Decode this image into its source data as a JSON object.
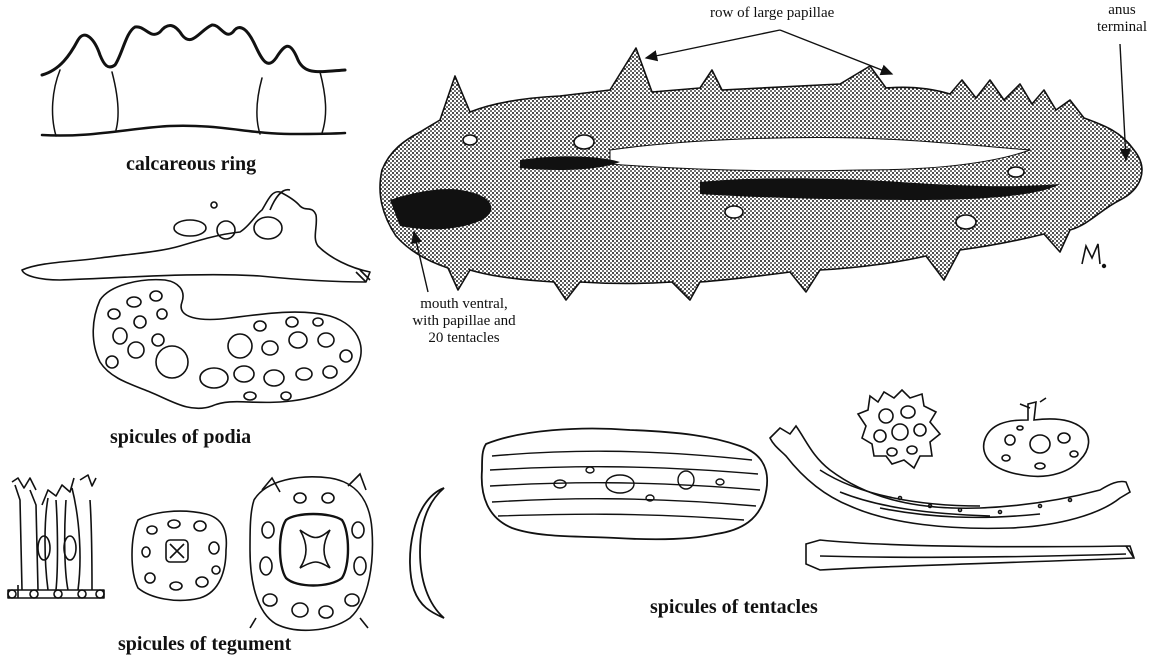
{
  "captions": {
    "calcareous_ring": "calcareous ring",
    "spicules_podia": "spicules of podia",
    "spicules_tegument": "spicules of tegument",
    "spicules_tentacles": "spicules of tentacles"
  },
  "callouts": {
    "papillae": "row of large papillae",
    "anus_line1": "anus",
    "anus_line2": "terminal",
    "mouth_line1": "mouth ventral,",
    "mouth_line2": "with papillae and",
    "mouth_line3": "20 tentacles"
  },
  "artist_mark": "M.",
  "colors": {
    "ink": "#111111",
    "paper": "#ffffff"
  }
}
